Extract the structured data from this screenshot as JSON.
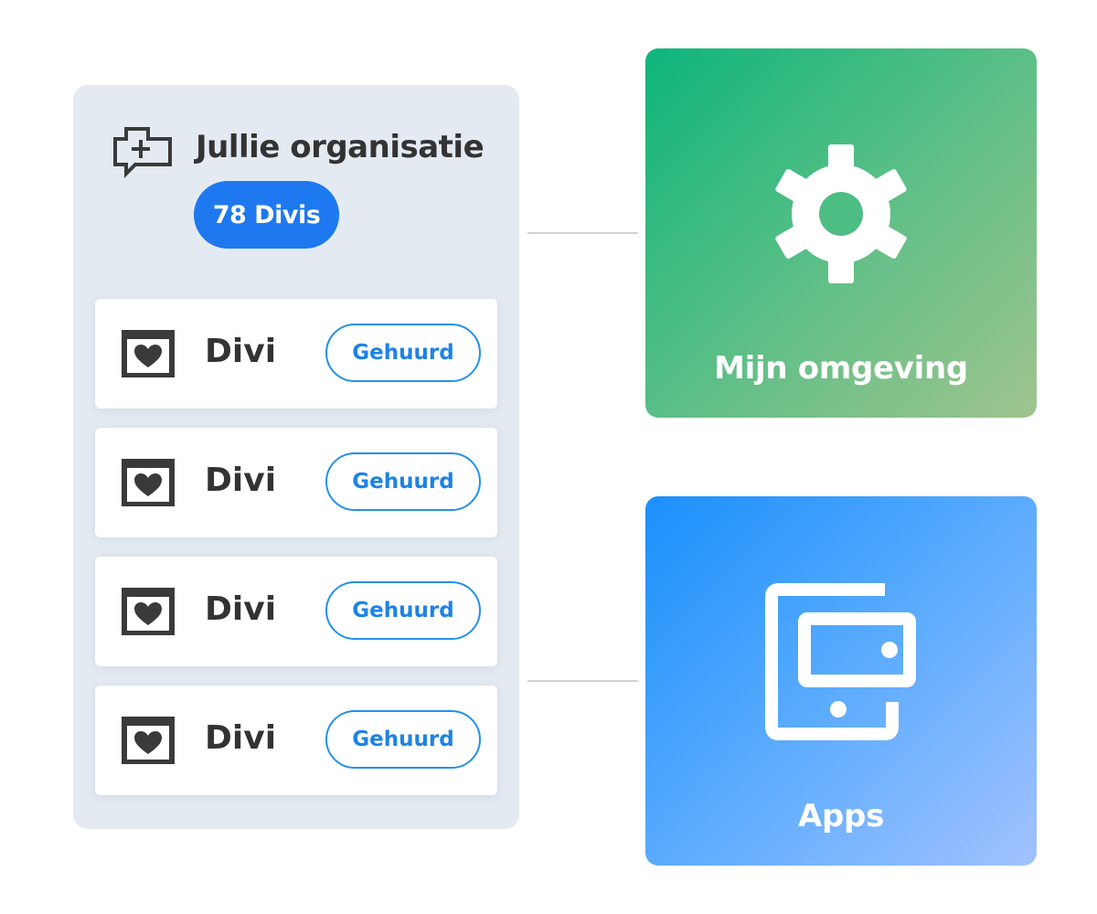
{
  "organization": {
    "title": "Jullie organisatie",
    "count_badge": "78 Divis",
    "icon": "hospital-chat-icon"
  },
  "divis": [
    {
      "name": "Divi",
      "status": "Gehuurd",
      "icon": "heart-window-icon"
    },
    {
      "name": "Divi",
      "status": "Gehuurd",
      "icon": "heart-window-icon"
    },
    {
      "name": "Divi",
      "status": "Gehuurd",
      "icon": "heart-window-icon"
    },
    {
      "name": "Divi",
      "status": "Gehuurd",
      "icon": "heart-window-icon"
    }
  ],
  "tiles": {
    "settings": {
      "label": "Mijn omgeving",
      "icon": "gear-icon"
    },
    "apps": {
      "label": "Apps",
      "icon": "tablet-icon"
    }
  },
  "colors": {
    "badge": "#1e78f0",
    "status_outline": "#2490ec",
    "panel_bg": "#e3eaf2",
    "settings_gradient": [
      "#0db57b",
      "#a0c48e"
    ],
    "apps_gradient": [
      "#1a90fc",
      "#a2c2ff"
    ]
  }
}
